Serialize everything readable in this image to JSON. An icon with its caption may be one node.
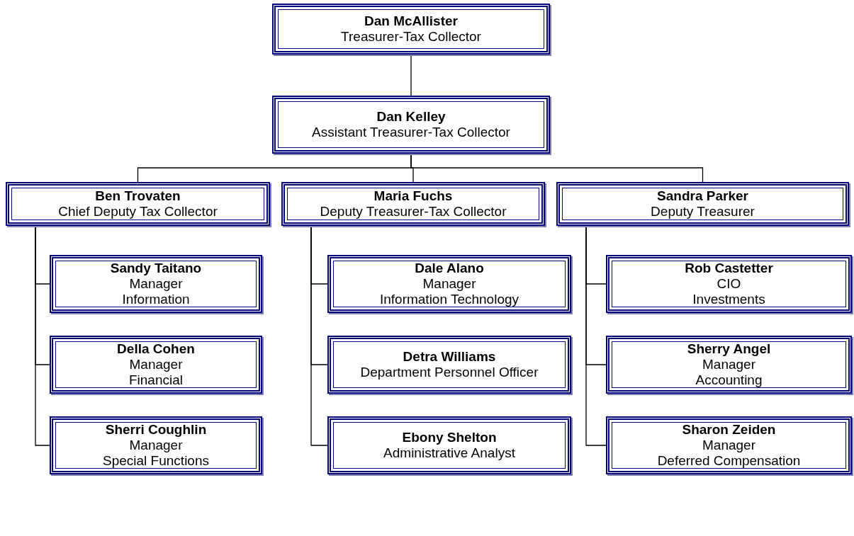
{
  "diagram": {
    "nodes": [
      {
        "text": [
          "Dan McAllister",
          "Treasurer-Tax Collector"
        ]
      },
      {
        "text": [
          "Dan Kelley",
          "Assistant Treasurer-Tax Collector"
        ]
      },
      {
        "text": [
          "Ben Trovaten",
          "Chief Deputy Tax Collector"
        ]
      },
      {
        "text": [
          "Maria Fuchs",
          "Deputy Treasurer-Tax Collector"
        ]
      },
      {
        "text": [
          "Sandra Parker",
          "Deputy Treasurer"
        ]
      },
      {
        "text": [
          "Sandy Taitano",
          "Manager",
          "Information"
        ]
      },
      {
        "text": [
          "Dale Alano",
          "Manager",
          "Information Technology"
        ]
      },
      {
        "text": [
          "Rob Castetter",
          "CIO",
          "Investments"
        ]
      },
      {
        "text": [
          "Della Cohen",
          "Manager",
          "Financial"
        ]
      },
      {
        "text": [
          "Detra Williams",
          "Department Personnel Officer"
        ]
      },
      {
        "text": [
          "Sherry Angel",
          "Manager",
          "Accounting"
        ]
      },
      {
        "text": [
          "Sherri Coughlin",
          "Manager",
          "Special Functions"
        ]
      },
      {
        "text": [
          "Ebony Shelton",
          "Administrative Analyst"
        ]
      },
      {
        "text": [
          "Sharon Zeiden",
          "Manager",
          "Deferred Compensation"
        ]
      }
    ],
    "edges": [
      {
        "from": 0,
        "to": 1,
        "arrow": "none"
      },
      {
        "from": 1,
        "to": 2,
        "arrow": "none"
      },
      {
        "from": 1,
        "to": 3,
        "arrow": "none"
      },
      {
        "from": 1,
        "to": 4,
        "arrow": "none"
      },
      {
        "from": 2,
        "to": 5,
        "arrow": "none"
      },
      {
        "from": 2,
        "to": 8,
        "arrow": "none"
      },
      {
        "from": 2,
        "to": 11,
        "arrow": "none"
      },
      {
        "from": 3,
        "to": 6,
        "arrow": "none"
      },
      {
        "from": 3,
        "to": 9,
        "arrow": "none"
      },
      {
        "from": 3,
        "to": 12,
        "arrow": "none"
      },
      {
        "from": 4,
        "to": 7,
        "arrow": "none"
      },
      {
        "from": 4,
        "to": 10,
        "arrow": "none"
      },
      {
        "from": 4,
        "to": 13,
        "arrow": "none"
      }
    ]
  }
}
